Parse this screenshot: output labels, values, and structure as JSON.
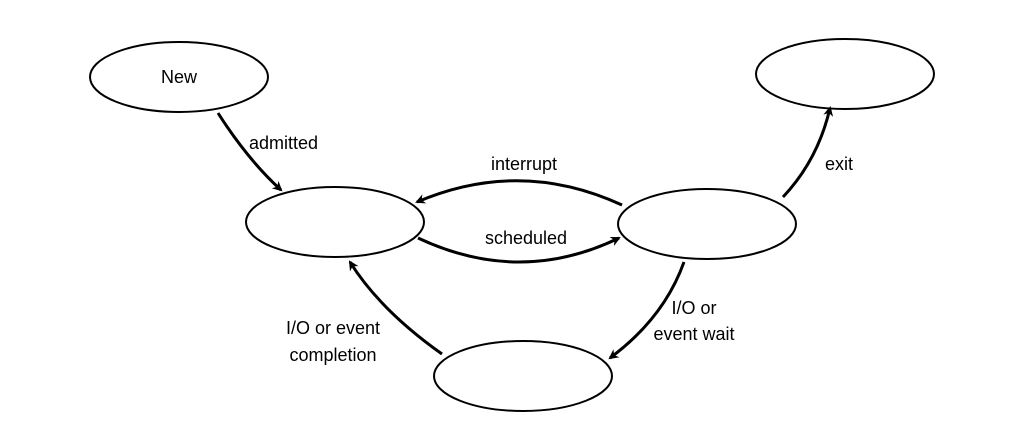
{
  "colors": {
    "stroke": "#000000",
    "fill": "#ffffff",
    "background": "#ffffff"
  },
  "states": {
    "new": {
      "label": "New"
    },
    "ready": {
      "label": ""
    },
    "running": {
      "label": ""
    },
    "waiting": {
      "label": ""
    },
    "exit": {
      "label": ""
    }
  },
  "transitions": {
    "admitted": {
      "line1": "admitted"
    },
    "interrupt": {
      "line1": "interrupt"
    },
    "scheduled": {
      "line1": "scheduled"
    },
    "exit": {
      "line1": "exit"
    },
    "io_wait": {
      "line1": "I/O or",
      "line2": "event wait"
    },
    "io_completion": {
      "line1": "I/O or event",
      "line2": "completion"
    }
  }
}
